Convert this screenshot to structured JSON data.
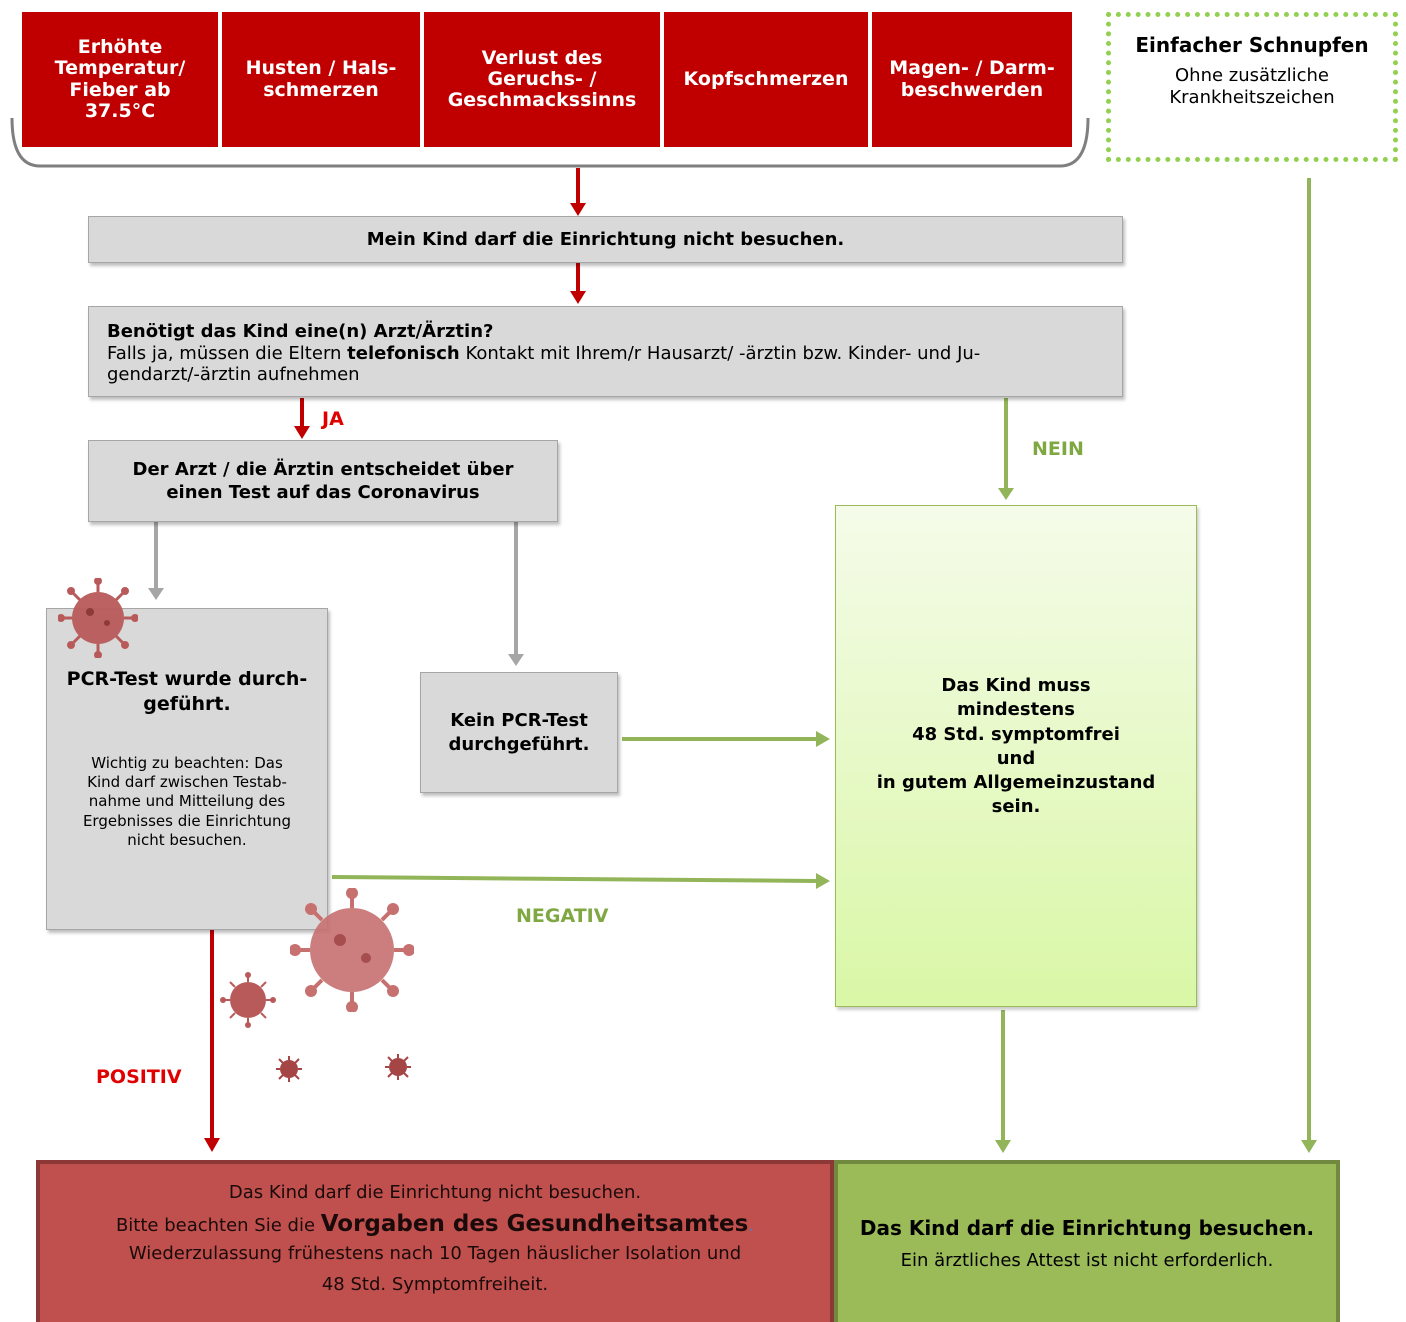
{
  "symptoms": [
    {
      "label": "Erhöhte\nTemperatur/\nFieber ab\n37.5°C"
    },
    {
      "label": "Husten / Hals-\nschmerzen"
    },
    {
      "label": "Verlust des\nGeruchs- /\nGeschmackssinns"
    },
    {
      "label": "Kopfschmerzen"
    },
    {
      "label": "Magen- / Darm-\nbeschwerden"
    }
  ],
  "cold": {
    "title": "Einfacher Schnupfen",
    "subtitle": "Ohne zusätzliche\nKrankheitszeichen"
  },
  "step1": "Mein Kind darf die Einrichtung nicht besuchen.",
  "step2": {
    "question": "Benötigt das Kind eine(n) Arzt/Ärztin?",
    "text_before": "Falls ja, müssen die Eltern ",
    "text_bold": "telefonisch",
    "text_after": " Kontakt mit Ihrem/r Hausarzt/ -ärztin bzw. Kinder- und Ju-\ngendarzt/-ärztin aufnehmen"
  },
  "labels": {
    "ja": "JA",
    "nein": "NEIN",
    "negativ": "NEGATIV",
    "positiv": "POSITIV"
  },
  "doctor": "Der Arzt / die Ärztin entscheidet über\neinen Test auf das Coronavirus",
  "pcr": {
    "title": "PCR-Test wurde durch-\ngeführt.",
    "note": "Wichtig zu beachten: Das\nKind darf zwischen Testab-\nnahme und Mitteilung des\nErgebnisses die Einrichtung\nnicht besuchen."
  },
  "no_pcr": "Kein PCR-Test\ndurchgeführt.",
  "symptom_free": "Das Kind muss\nmindestens\n48 Std. symptomfrei\nund\nin gutem Allgemeinzustand\nsein.",
  "result_negative": {
    "line1": "Das Kind darf die Einrichtung nicht besuchen.",
    "line2_before": "Bitte beachten Sie die ",
    "line2_bold": "Vorgaben des Gesundheitsamtes",
    "line2_after": ".",
    "line3": "Wiederzulassung frühestens nach 10 Tagen häuslicher Isolation und",
    "line4": "48 Std. Symptomfreiheit."
  },
  "result_positive": {
    "title": "Das Kind darf die Einrichtung besuchen.",
    "subtitle": "Ein ärztliches Attest ist nicht erforderlich."
  },
  "colors": {
    "red": "#c00000",
    "gray": "#d9d9d9",
    "green_arrow": "#92b559",
    "green_label": "#7fa843",
    "virus": "#b95a5a"
  }
}
